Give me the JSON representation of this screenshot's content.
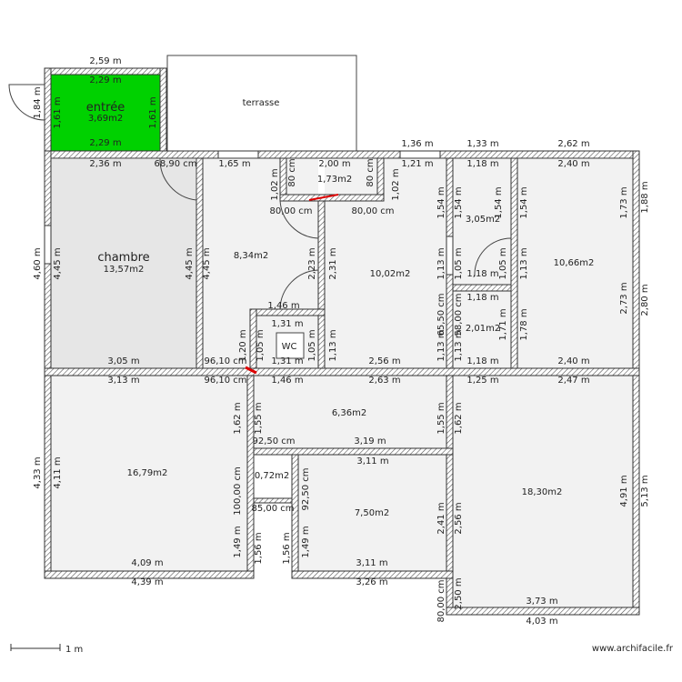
{
  "rooms": {
    "entree": {
      "name": "entrée",
      "area": "3,69m2"
    },
    "terrasse": {
      "name": "terrasse"
    },
    "chambre": {
      "name": "chambre",
      "area": "13,57m2"
    },
    "room_834": {
      "area": "8,34m2"
    },
    "room_173": {
      "area": "1,73m2"
    },
    "room_1002": {
      "area": "10,02m2"
    },
    "room_305": {
      "area": "3,05m2"
    },
    "room_1066": {
      "area": "10,66m2"
    },
    "room_201": {
      "area": "2,01m2"
    },
    "wc": {
      "name": "WC"
    },
    "room_636": {
      "area": "6,36m2"
    },
    "room_1679": {
      "area": "16,79m2"
    },
    "room_072": {
      "area": "0,72m2"
    },
    "room_750": {
      "area": "7,50m2"
    },
    "room_1830": {
      "area": "18,30m2"
    }
  },
  "dims": [
    "2,59 m",
    "2,29 m",
    "2,29 m",
    "1,84 m",
    "1,61 m",
    "1,61 m",
    "2,36 m",
    "68,90 cm",
    "1,65 m",
    "2,00 m",
    "1,21 m",
    "1,36 m",
    "1,33 m",
    "2,62 m",
    "1,18 m",
    "2,40 m",
    "1,02 m",
    "80 cm",
    "80 cm",
    "1,02 m",
    "1,54 m",
    "1,54 m",
    "1,54 m",
    "1,54 m",
    "1,73 m",
    "1,88 m",
    "80,00 cm",
    "80,00 cm",
    "4,60 m",
    "4,45 m",
    "4,45 m",
    "4,45 m",
    "2,23 m",
    "2,31 m",
    "1,13 m",
    "1,05 m",
    "1,18 m",
    "1,05 m",
    "1,13 m",
    "2,73 m",
    "2,80 m",
    "1,46 m",
    "1,31 m",
    "1,20 m",
    "1,05 m",
    "1,05 m",
    "1,13 m",
    "65,50 cm",
    "58,00 cm",
    "1,18 m",
    "1,71 m",
    "1,78 m",
    "1,13 m",
    "1,13 m",
    "3,05 m",
    "96,10 cm",
    "1,31 m",
    "2,56 m",
    "1,18 m",
    "2,40 m",
    "3,13 m",
    "96,10 cm",
    "1,46 m",
    "2,63 m",
    "1,25 m",
    "2,47 m",
    "1,62 m",
    "1,55 m",
    "1,55 m",
    "1,62 m",
    "92,50 cm",
    "3,19 m",
    "4,33 m",
    "4,11 m",
    "3,11 m",
    "100,00 cm",
    "92,50 cm",
    "4,91 m",
    "5,13 m",
    "2,41 m",
    "2,56 m",
    "85,00 cm",
    "1,49 m",
    "1,56 m",
    "1,56 m",
    "1,49 m",
    "4,09 m",
    "3,11 m",
    "4,39 m",
    "3,26 m",
    "2,50 m",
    "80,00 cm",
    "3,73 m",
    "4,03 m"
  ],
  "scale": {
    "label": "1 m"
  },
  "watermark": "www.archifacile.fr"
}
